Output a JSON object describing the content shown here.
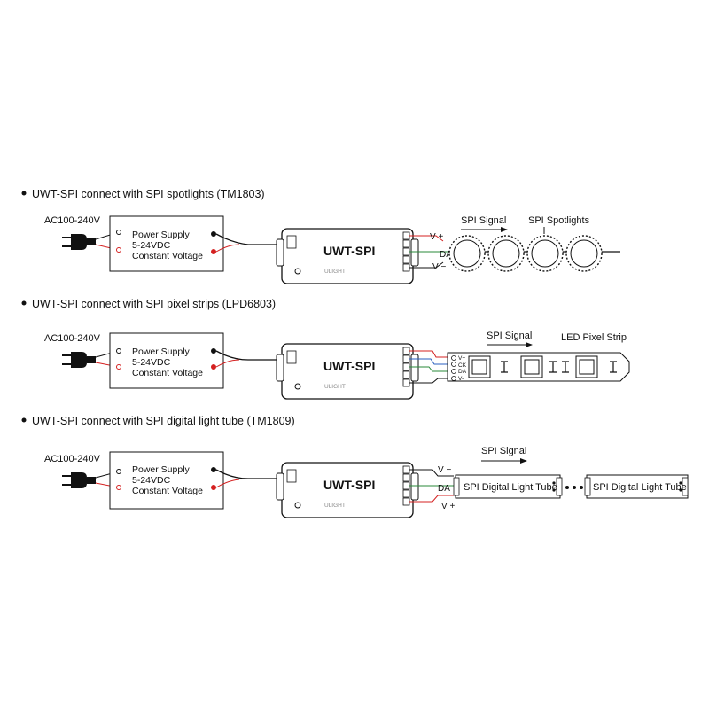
{
  "sections": [
    {
      "heading": "UWT-SPI connect with SPI spotlights (TM1803)",
      "ac_label": "AC100-240V",
      "psu": {
        "line1": "Power Supply",
        "line2": "5-24VDC",
        "line3": "Constant Voltage"
      },
      "controller": "UWT-SPI",
      "signal_label": "SPI Signal",
      "load_label": "SPI Spotlights",
      "wires": [
        "V +",
        "DA",
        "V −"
      ]
    },
    {
      "heading": "UWT-SPI connect with SPI pixel strips (LPD6803)",
      "ac_label": "AC100-240V",
      "psu": {
        "line1": "Power Supply",
        "line2": "5-24VDC",
        "line3": "Constant Voltage"
      },
      "controller": "UWT-SPI",
      "signal_label": "SPI Signal",
      "load_label": "LED Pixel Strip",
      "strip_pins": [
        "V+",
        "CK",
        "DA",
        "V-"
      ]
    },
    {
      "heading": "UWT-SPI connect with SPI digital light tube (TM1809)",
      "ac_label": "AC100-240V",
      "psu": {
        "line1": "Power Supply",
        "line2": "5-24VDC",
        "line3": "Constant Voltage"
      },
      "controller": "UWT-SPI",
      "signal_label": "SPI Signal",
      "tube_label": "SPI Digital Light Tube",
      "wires": [
        "V −",
        "DA",
        "V +"
      ]
    }
  ],
  "colors": {
    "red_wire": "#d42020",
    "green_wire": "#2a8a3a",
    "blue_wire": "#2a5fc0",
    "black_wire": "#111111"
  }
}
